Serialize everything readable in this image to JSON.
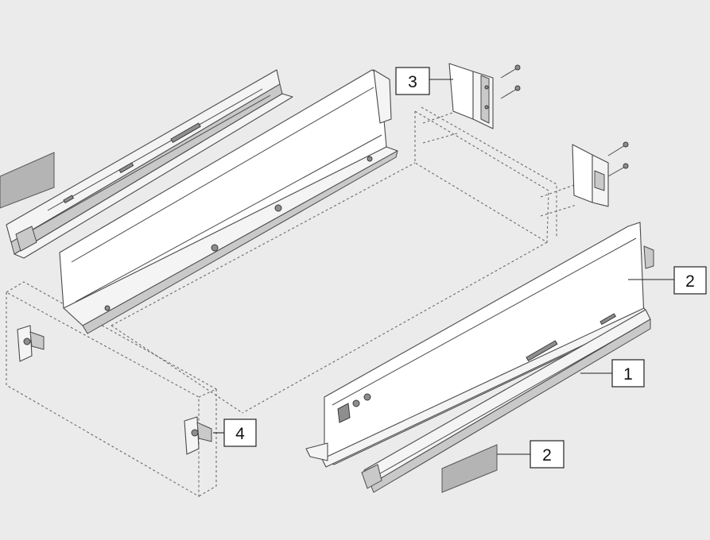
{
  "diagram": {
    "callouts": [
      {
        "id": "runner",
        "label": "1"
      },
      {
        "id": "side-panel",
        "label": "2"
      },
      {
        "id": "cover-cap",
        "label": "2"
      },
      {
        "id": "rear-bracket",
        "label": "3"
      },
      {
        "id": "front-fixing",
        "label": "4"
      }
    ]
  }
}
